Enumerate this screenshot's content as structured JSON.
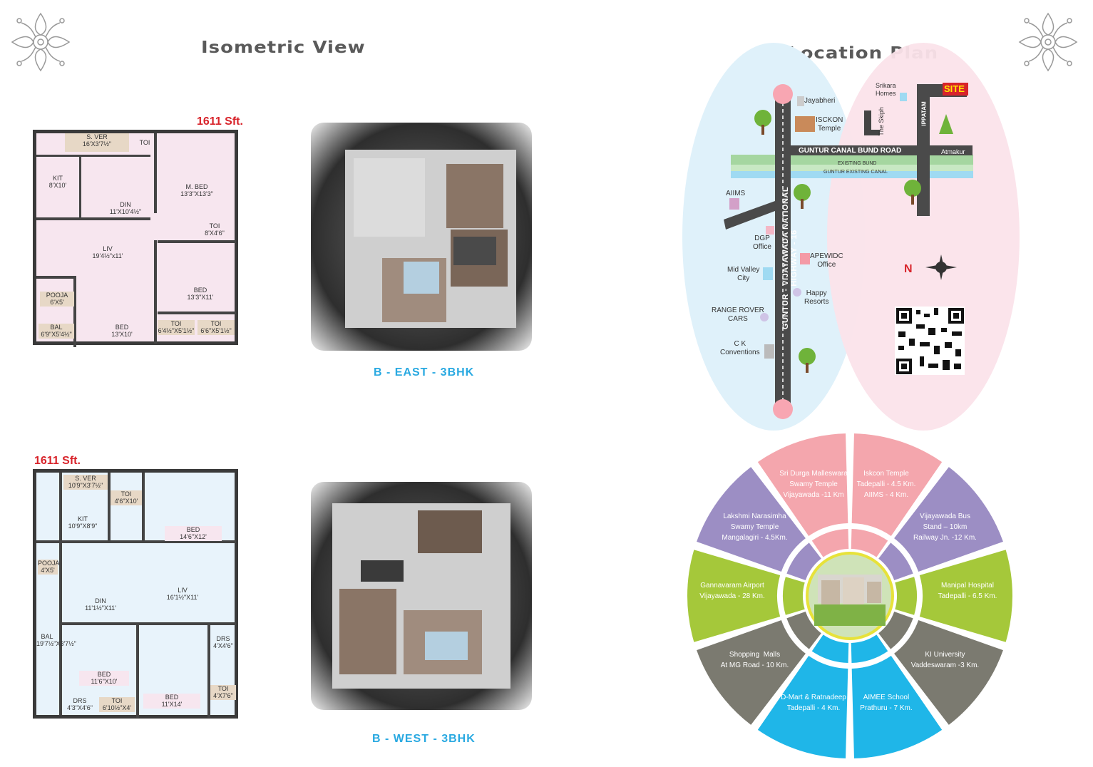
{
  "isometric_heading": "Isometric View",
  "location_heading": "Location Plan",
  "plan_east": {
    "area": "1611 Sft.",
    "rooms": [
      {
        "name": "S. VER",
        "dim": "16'X3'7½\""
      },
      {
        "name": "TOI",
        "dim": ""
      },
      {
        "name": "KIT",
        "dim": "8'X10'"
      },
      {
        "name": "DIN",
        "dim": "11'X10'4½\""
      },
      {
        "name": "M. BED",
        "dim": "13'3\"X13'3\""
      },
      {
        "name": "TOI",
        "dim": "8'X4'6\""
      },
      {
        "name": "LIV",
        "dim": "19'4½\"x11'"
      },
      {
        "name": "BED",
        "dim": "13'3\"X11'"
      },
      {
        "name": "POOJA",
        "dim": "6'X5'"
      },
      {
        "name": "BED",
        "dim": "13'X10'"
      },
      {
        "name": "TOI",
        "dim": "6'4½\"X5'1½\""
      },
      {
        "name": "TOI",
        "dim": "6'6\"X5'1½\""
      },
      {
        "name": "BAL",
        "dim": "6'9\"X5'4½\""
      }
    ],
    "caption": "B - EAST - 3BHK"
  },
  "plan_west": {
    "area": "1611 Sft.",
    "rooms": [
      {
        "name": "S. VER",
        "dim": "10'9\"X3'7½\""
      },
      {
        "name": "TOI",
        "dim": "4'6\"X10'"
      },
      {
        "name": "KIT",
        "dim": "10'9\"X8'9\""
      },
      {
        "name": "BED",
        "dim": "14'6\"X12'"
      },
      {
        "name": "POOJA",
        "dim": "4'X5'"
      },
      {
        "name": "DIN",
        "dim": "11'1½\"X11'"
      },
      {
        "name": "LIV",
        "dim": "16'1½\"X11'"
      },
      {
        "name": "BAL",
        "dim": "19'7½\"X3'7½\""
      },
      {
        "name": "BED",
        "dim": "11'6\"X10'"
      },
      {
        "name": "DRS",
        "dim": "4'X4'6\""
      },
      {
        "name": "BED",
        "dim": "11'X14'"
      },
      {
        "name": "TOI",
        "dim": "4'X7'6\""
      },
      {
        "name": "DRS",
        "dim": "4'3\"X4'6\""
      },
      {
        "name": "TOI",
        "dim": "6'10½\"X4'"
      }
    ],
    "caption": "B - WEST - 3BHK"
  },
  "map": {
    "highway": "GUNTUR - VIJAYAWADA NATIONAL HIGHWAY - 16",
    "canal_road": "GUNTUR CANAL BUND ROAD",
    "existing_bund": "EXISTING BUND",
    "existing_canal": "GUNTUR EXISTING CANAL",
    "ippatam": "IPPATAM",
    "site": "SITE",
    "north": "N",
    "labels": {
      "jayabheri": "Jayabheri",
      "iskcon": "ISCKON\nTemple",
      "the_skiph": "The Skiph",
      "srikara": "Srikara\nHomes",
      "atmakur": "Atmakur",
      "aiims": "AIIMS",
      "dgp": "DGP\nOffice",
      "apewidc": "APEWIDC\nOffice",
      "mid_valley": "Mid Valley\nCity",
      "happy": "Happy\nResorts",
      "range_rover": "RANGE ROVER\nCARS",
      "ck": "C K\nConventions"
    },
    "colors": {
      "left_oval": "#dff1fa",
      "right_oval": "#fbe3ea",
      "site_bg": "#d8232a",
      "site_text": "#ffe600"
    }
  },
  "wheel": {
    "segments": [
      {
        "text": "Sri Durga Malleswara\nSwamy Temple\nVijayawada -11 Km",
        "color": "#f4a6ad"
      },
      {
        "text": "Iskcon Temple\nTadepalli - 4.5 Km.\nAIIMS - 4 Km.",
        "color": "#f4a6ad"
      },
      {
        "text": "Vijayawada Bus\nStand – 10km\nRailway Jn. -12 Km.",
        "color": "#9c8ec4"
      },
      {
        "text": "Manipal Hospital\nTadepalli - 6.5 Km.",
        "color": "#a5c83a"
      },
      {
        "text": "KI University\nVaddeswaram -3 Km.",
        "color": "#7b7a70"
      },
      {
        "text": "AIMEE School\nPrathuru - 7 Km.",
        "color": "#1fb6e8"
      },
      {
        "text": "D-Mart & Ratnadeep\nTadepalli - 4 Km.",
        "color": "#1fb6e8"
      },
      {
        "text": "Shopping  Malls\nAt MG Road - 10 Km.",
        "color": "#7b7a70"
      },
      {
        "text": "Gannavaram Airport\nVijayawada - 28 Km.",
        "color": "#a5c83a"
      },
      {
        "text": "Lakshmi Narasimha\nSwamy Temple\nMangalagiri - 4.5Km.",
        "color": "#9c8ec4"
      }
    ]
  }
}
